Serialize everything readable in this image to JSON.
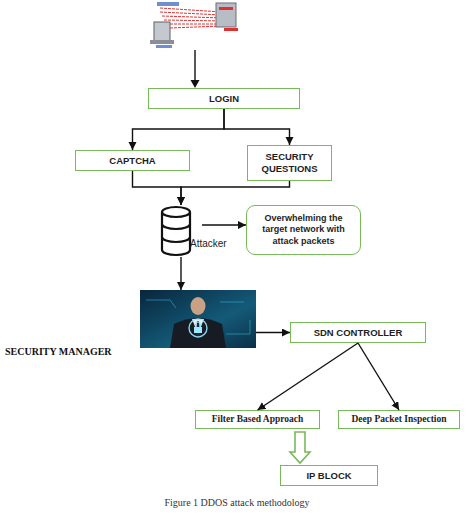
{
  "diagram": {
    "caption": "Figure 1 DDOS attack methodology",
    "nodes": [
      {
        "text": [
          "LOGIN"
        ]
      },
      {
        "text": [
          "CAPTCHA"
        ]
      },
      {
        "text": [
          "SECURITY QUESTIONS"
        ]
      },
      {
        "text": [
          "Attacker"
        ]
      },
      {
        "text": [
          "Overwhelming the target network with attack packets"
        ]
      },
      {
        "text": [
          "SECURITY MANAGER"
        ]
      },
      {
        "text": [
          "SDN CONTROLLER"
        ]
      },
      {
        "text": [
          "Filter Based Approach"
        ]
      },
      {
        "text": [
          "Deep Packet Inspection"
        ]
      },
      {
        "text": [
          "IP BLOCK"
        ]
      }
    ],
    "edges": [
      {
        "from": 0,
        "to": 1,
        "arrow": "to"
      },
      {
        "from": 0,
        "to": 2,
        "arrow": "to"
      },
      {
        "from": 1,
        "to": 3,
        "arrow": "to"
      },
      {
        "from": 2,
        "to": 3,
        "arrow": "to"
      },
      {
        "from": 3,
        "to": 4,
        "arrow": "to"
      },
      {
        "from": 3,
        "to": 5,
        "arrow": "to"
      },
      {
        "from": 5,
        "to": 6,
        "arrow": "to"
      },
      {
        "from": 6,
        "to": 7,
        "arrow": "to"
      },
      {
        "from": 6,
        "to": 8,
        "arrow": "to"
      },
      {
        "from": 7,
        "to": 9,
        "arrow": "to"
      }
    ]
  }
}
